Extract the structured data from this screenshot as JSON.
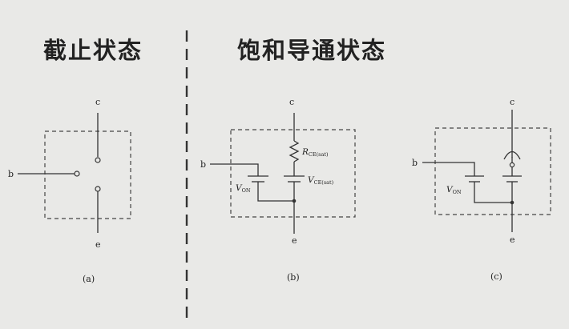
{
  "titles": {
    "cutoff": "截止状态",
    "saturation": "饱和导通状态"
  },
  "panel_a": {
    "c": "c",
    "b": "b",
    "e": "e",
    "caption": "(a)"
  },
  "panel_b": {
    "c": "c",
    "b": "b",
    "e": "e",
    "caption": "(b)",
    "r_main": "R",
    "r_sub": "CE(sat)",
    "v_main": "V",
    "v_sub": "CE(sat)",
    "von_main": "V",
    "von_sub": "ON"
  },
  "panel_c": {
    "c": "c",
    "b": "b",
    "e": "e",
    "caption": "(c)",
    "von_main": "V",
    "von_sub": "ON"
  }
}
